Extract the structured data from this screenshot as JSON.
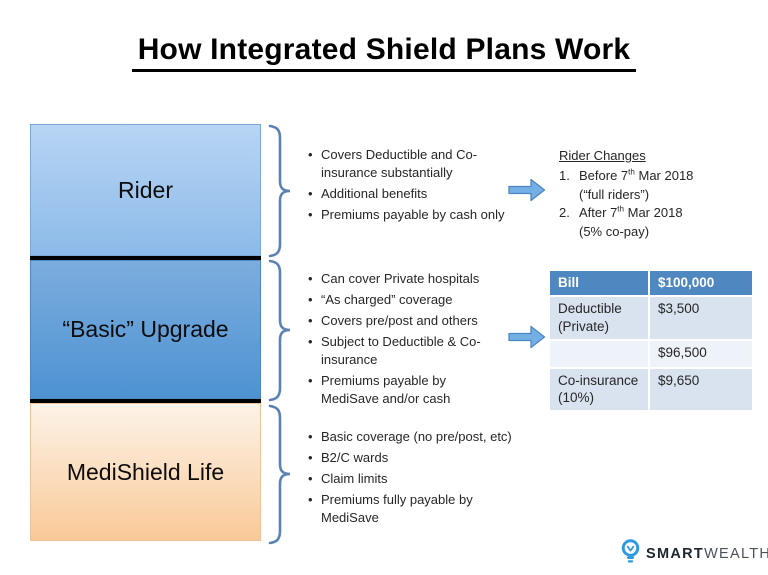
{
  "slide": {
    "title": "How Integrated Shield Plans Work"
  },
  "layers": [
    {
      "label": "Rider",
      "bullets": [
        "Covers Deductible and Co-insurance substantially",
        "Additional benefits",
        "Premiums payable by cash only"
      ]
    },
    {
      "label": "“Basic” Upgrade",
      "bullets": [
        "Can cover Private hospitals",
        "“As charged” coverage",
        "Covers pre/post and others",
        "Subject to Deductible & Co-insurance",
        "Premiums payable by MediSave and/or cash"
      ]
    },
    {
      "label": "MediShield Life",
      "bullets": [
        "Basic coverage (no pre/post, etc)",
        "B2/C wards",
        "Claim limits",
        "Premiums fully payable by MediSave"
      ]
    }
  ],
  "rider_changes": {
    "heading": "Rider Changes",
    "items": [
      {
        "num": "1.",
        "pre": "Before 7",
        "sup": "th",
        "post": " Mar 2018",
        "note": "(“full riders”)"
      },
      {
        "num": "2.",
        "pre": "After 7",
        "sup": "th",
        "post": " Mar 2018",
        "note": "(5% co-pay)"
      }
    ]
  },
  "bill_table": {
    "header": [
      "Bill",
      "$100,000"
    ],
    "rows": [
      [
        "Deductible (Private)",
        "$3,500"
      ],
      [
        "",
        "$96,500"
      ],
      [
        "Co-insurance (10%)",
        "$9,650"
      ]
    ]
  },
  "logo": {
    "bold": "SMART",
    "light": "WEALTH"
  },
  "colors": {
    "rider_box": "#9cc3ec",
    "basic_box": "#5f9cd7",
    "medishield_box": "#fbddbd",
    "brace": "#5b82b5",
    "arrow": "#74b0e6",
    "table_header_bg": "#4f87c0",
    "table_row_shaded": "#d9e2ef",
    "table_row_light": "#eef2f9",
    "logo_blue": "#2f9ae0"
  }
}
